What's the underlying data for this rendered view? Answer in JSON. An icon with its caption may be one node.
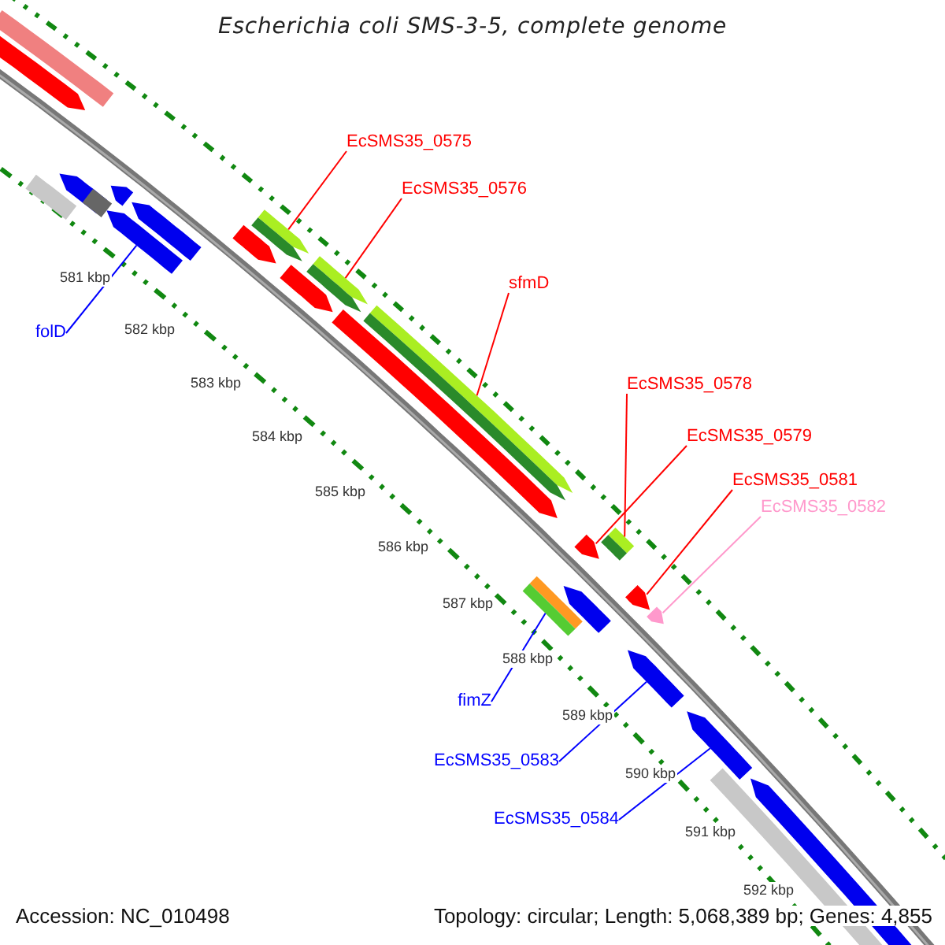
{
  "diagram": {
    "title": "Escherichia coli SMS-3-5, complete genome",
    "nodes": [
      {
        "text": [
          "EcSMS35_0575"
        ]
      },
      {
        "text": [
          "EcSMS35_0576"
        ]
      },
      {
        "text": [
          "sfmD"
        ]
      },
      {
        "text": [
          "EcSMS35_0578"
        ]
      },
      {
        "text": [
          "EcSMS35_0579"
        ]
      },
      {
        "text": [
          "EcSMS35_0581"
        ]
      },
      {
        "text": [
          "EcSMS35_0582"
        ]
      },
      {
        "text": [
          "folD"
        ]
      },
      {
        "text": [
          "fimZ"
        ]
      },
      {
        "text": [
          "EcSMS35_0583"
        ]
      },
      {
        "text": [
          "EcSMS35_0584"
        ]
      },
      {
        "text": [],
        "shape": "bar"
      },
      {
        "text": [],
        "shape": "bar"
      },
      {
        "text": [],
        "shape": "bar"
      },
      {
        "text": [],
        "shape": "bar"
      },
      {
        "text": [],
        "shape": "bar"
      },
      {
        "text": [],
        "shape": "bar"
      },
      {
        "text": [],
        "shape": "bar"
      },
      {
        "text": [],
        "shape": "bar"
      },
      {
        "text": [],
        "shape": "bar"
      },
      {
        "text": [],
        "shape": "bar"
      },
      {
        "text": [],
        "shape": "bar"
      }
    ],
    "edges": [
      {
        "from": 0,
        "to": 11,
        "arrow": "none"
      },
      {
        "from": 1,
        "to": 12,
        "arrow": "none"
      },
      {
        "from": 2,
        "to": 13,
        "arrow": "none"
      },
      {
        "from": 3,
        "to": 14,
        "arrow": "none"
      },
      {
        "from": 4,
        "to": 15,
        "arrow": "none"
      },
      {
        "from": 5,
        "to": 16,
        "arrow": "none"
      },
      {
        "from": 6,
        "to": 17,
        "arrow": "none",
        "color": "#ff99cc"
      },
      {
        "from": 7,
        "to": 18,
        "arrow": "none",
        "color": "#0000ff"
      },
      {
        "from": 8,
        "to": 19,
        "arrow": "none",
        "color": "#0000ff"
      },
      {
        "from": 9,
        "to": 20,
        "arrow": "none",
        "color": "#0000ff"
      },
      {
        "from": 10,
        "to": 21,
        "arrow": "none",
        "color": "#0000ff"
      }
    ],
    "labels": [
      "581 kbp",
      "582 kbp",
      "583 kbp",
      "584 kbp",
      "585 kbp",
      "586 kbp",
      "587 kbp",
      "588 kbp",
      "589 kbp",
      "590 kbp",
      "591 kbp",
      "592 kbp",
      "Accession: NC_010498",
      "Topology: circular; Length: 5,068,389 bp; Genes: 4,855"
    ]
  }
}
